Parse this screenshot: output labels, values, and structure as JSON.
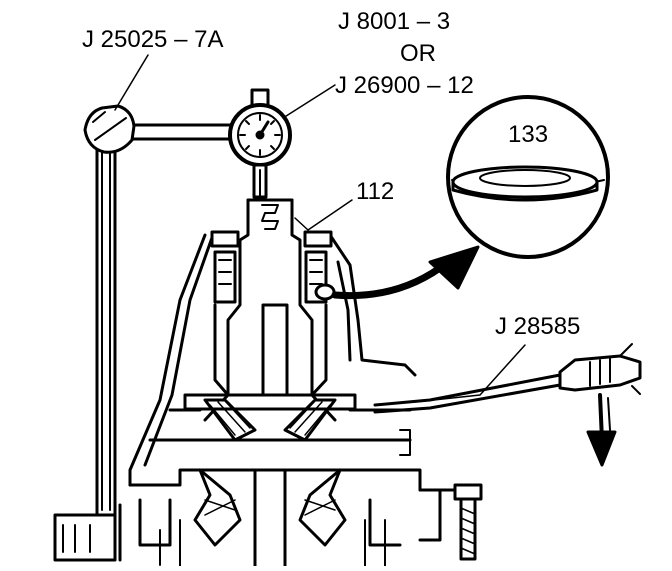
{
  "colors": {
    "ink": "#000000",
    "paper": "#ffffff"
  },
  "labels": {
    "j25025": "J 25025 – 7A",
    "j8001": "J 8001 – 3",
    "or": "OR",
    "j26900": "J 26900 – 12",
    "part112": "112",
    "part133": "133",
    "j28585": "J 28585"
  },
  "icons": {
    "dial_indicator": "dial-indicator-icon",
    "detail_bubble": "magnifier-bubble-icon",
    "direction_arrow": "curved-arrow-icon"
  }
}
